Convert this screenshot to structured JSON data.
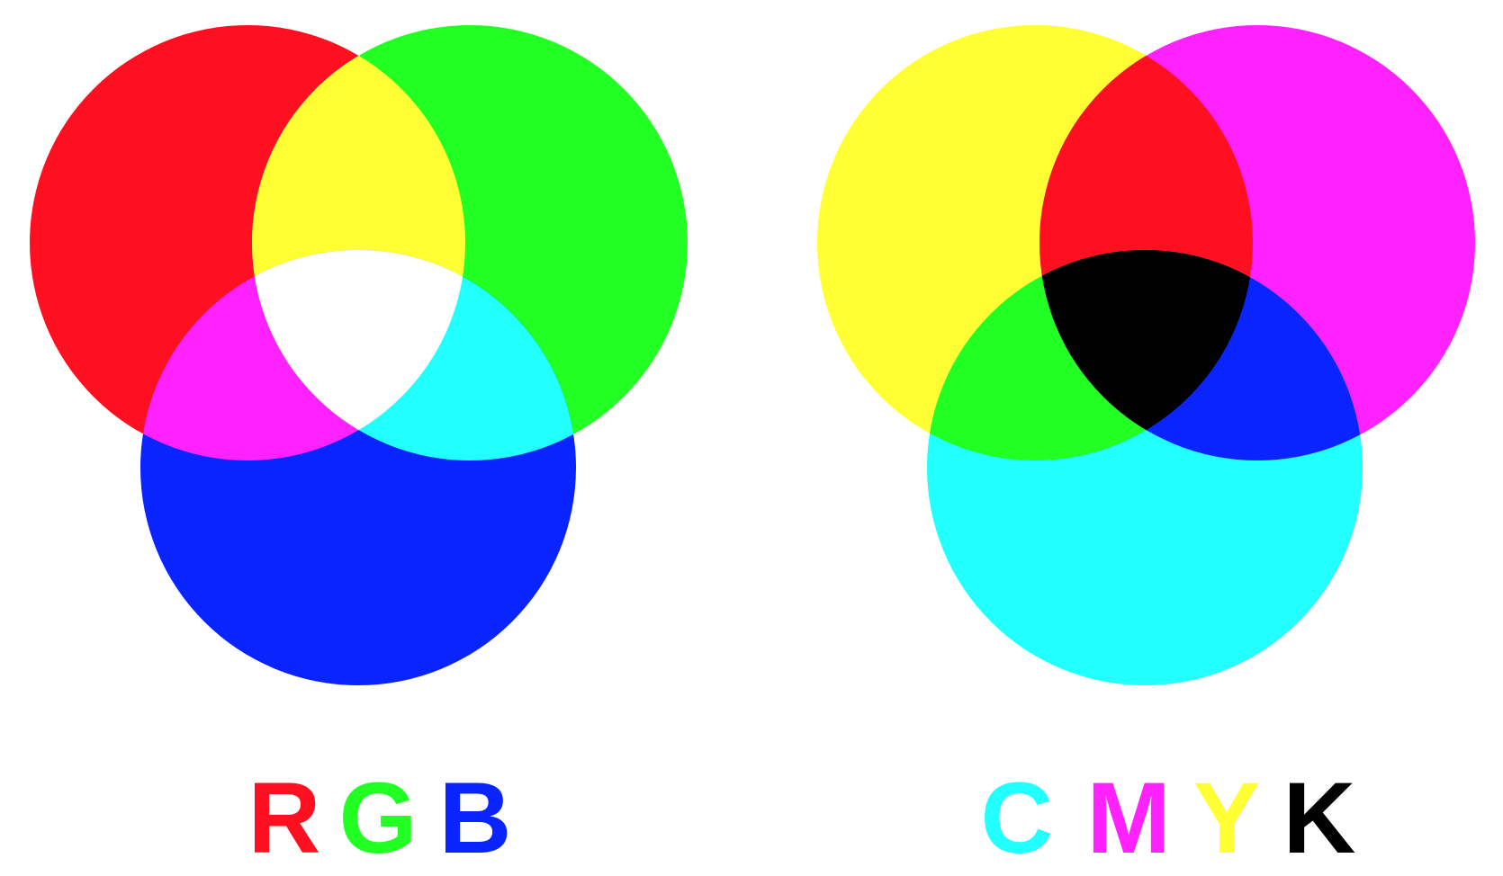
{
  "rgb": {
    "letters": [
      {
        "text": "R",
        "color": "#ff1020"
      },
      {
        "text": "G",
        "color": "#22ff22"
      },
      {
        "text": "B",
        "color": "#0a24ff"
      }
    ],
    "circle_colors": {
      "red": "#ff1020",
      "green": "#22ff22",
      "blue": "#0a24ff"
    },
    "overlap_colors": {
      "red_green": "#ffff33",
      "red_blue": "#ff22ff",
      "green_blue": "#22ffff",
      "all": "#ffffff"
    }
  },
  "cmyk": {
    "letters": [
      {
        "text": "C",
        "color": "#22ffff"
      },
      {
        "text": "M",
        "color": "#ff22ff"
      },
      {
        "text": "Y",
        "color": "#ffff33"
      },
      {
        "text": "K",
        "color": "#000000"
      }
    ],
    "circle_colors": {
      "yellow": "#ffff33",
      "magenta": "#ff22ff",
      "cyan": "#22ffff"
    },
    "overlap_colors": {
      "yellow_magenta": "#ff1020",
      "yellow_cyan": "#22ff22",
      "magenta_cyan": "#0a24ff",
      "all": "#000000"
    }
  }
}
